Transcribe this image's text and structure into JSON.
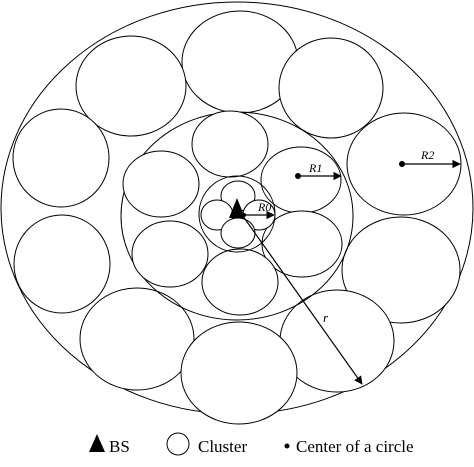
{
  "diagram": {
    "labels": {
      "r0": "R0",
      "r1": "R1",
      "r2": "R2",
      "r": "r"
    },
    "legend": {
      "bs": "BS",
      "cluster": "Cluster",
      "center": "Center of a circle"
    },
    "colors": {
      "stroke": "#000000",
      "fill": "#ffffff"
    }
  }
}
